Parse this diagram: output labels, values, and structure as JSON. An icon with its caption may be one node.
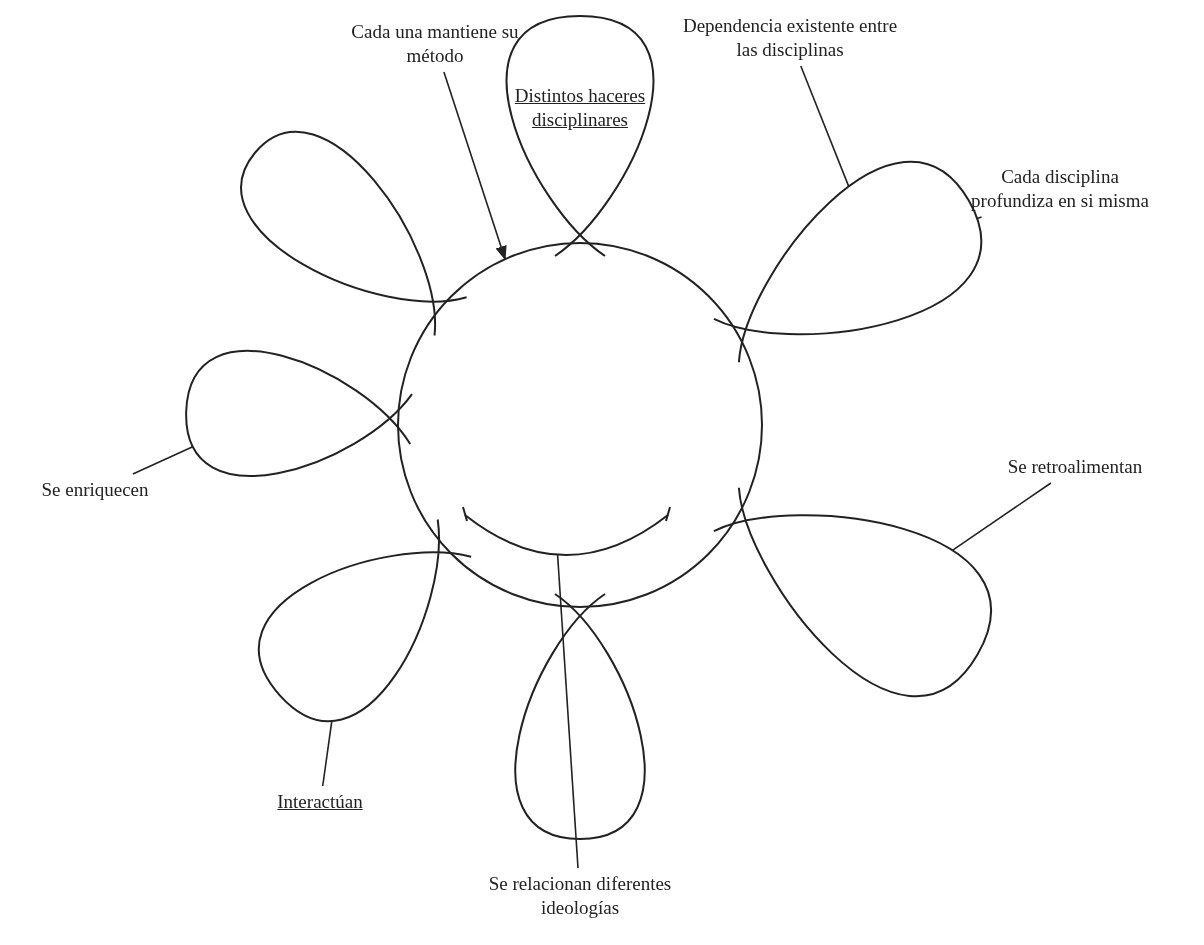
{
  "diagram": {
    "nodes": [
      {
        "text": [],
        "shape": "circle"
      },
      {
        "text": [
          "Distintos haceres disciplinares"
        ]
      },
      {
        "text": [],
        "shape": "petal"
      },
      {
        "text": [],
        "shape": "petal"
      },
      {
        "text": [],
        "shape": "petal"
      },
      {
        "text": [],
        "shape": "petal"
      },
      {
        "text": [],
        "shape": "petal"
      },
      {
        "text": [],
        "shape": "petal"
      },
      {
        "text": [
          "Cada una mantiene su método"
        ]
      },
      {
        "text": [
          "Dependencia existente entre las disciplinas"
        ]
      },
      {
        "text": [
          "Cada disciplina profundiza en si misma"
        ]
      },
      {
        "text": [
          "Se retroalimentan"
        ]
      },
      {
        "text": [
          "Se enriquecen"
        ]
      },
      {
        "text": [
          "Interactúan"
        ]
      },
      {
        "text": [
          "Se relacionan diferentes ideologías"
        ]
      },
      {
        "text": [],
        "shape": "arc",
        "in": 0
      }
    ],
    "edges": [
      {
        "from": 8,
        "to": 0,
        "arrow": "to"
      },
      {
        "from": 9,
        "to": 2,
        "arrow": "none"
      },
      {
        "from": 10,
        "to": 2,
        "arrow": "none"
      },
      {
        "from": 11,
        "to": 3,
        "arrow": "none"
      },
      {
        "from": 12,
        "to": 6,
        "arrow": "none"
      },
      {
        "from": 13,
        "to": 5,
        "arrow": "none"
      },
      {
        "from": 14,
        "to": 15,
        "arrow": "none"
      }
    ]
  }
}
